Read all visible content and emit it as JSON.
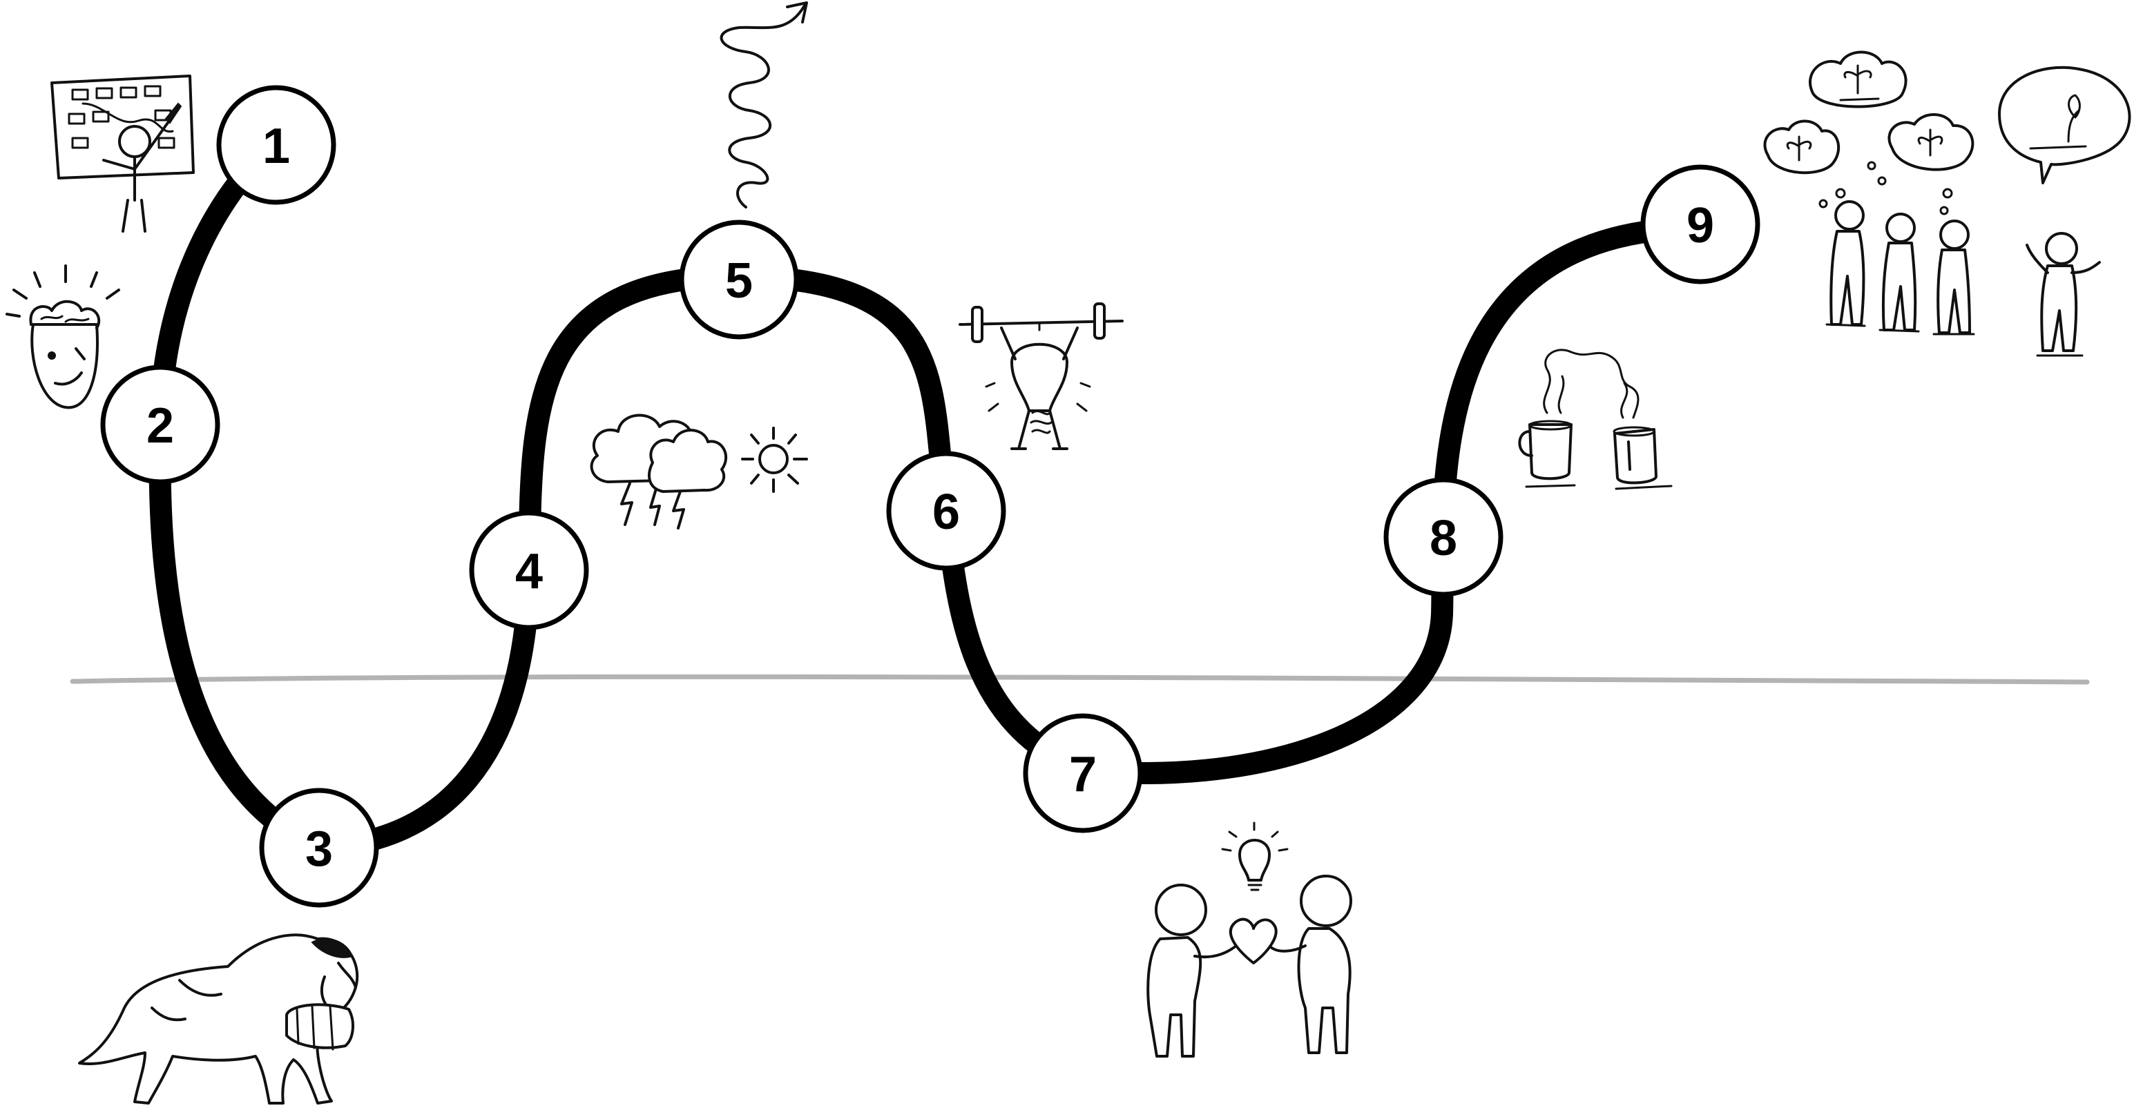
{
  "colors": {
    "path": "#000000",
    "baseline": "#b3b3b3",
    "node_fill": "#ffffff",
    "node_stroke": "#000000"
  },
  "nodes": [
    {
      "label": "1"
    },
    {
      "label": "2"
    },
    {
      "label": "3"
    },
    {
      "label": "4"
    },
    {
      "label": "5"
    },
    {
      "label": "6"
    },
    {
      "label": "7"
    },
    {
      "label": "8"
    },
    {
      "label": "9"
    }
  ],
  "icons": [
    "planning-board-person-icon",
    "head-with-ideas-icon",
    "rescue-dog-barrel-icon",
    "storm-clouds-and-sun-icon",
    "upward-spiral-arrow-icon",
    "lightbulb-lifting-barbell-icon",
    "two-people-sharing-heart-icon",
    "two-coffee-mugs-icon",
    "people-with-growth-thoughts-icon"
  ]
}
